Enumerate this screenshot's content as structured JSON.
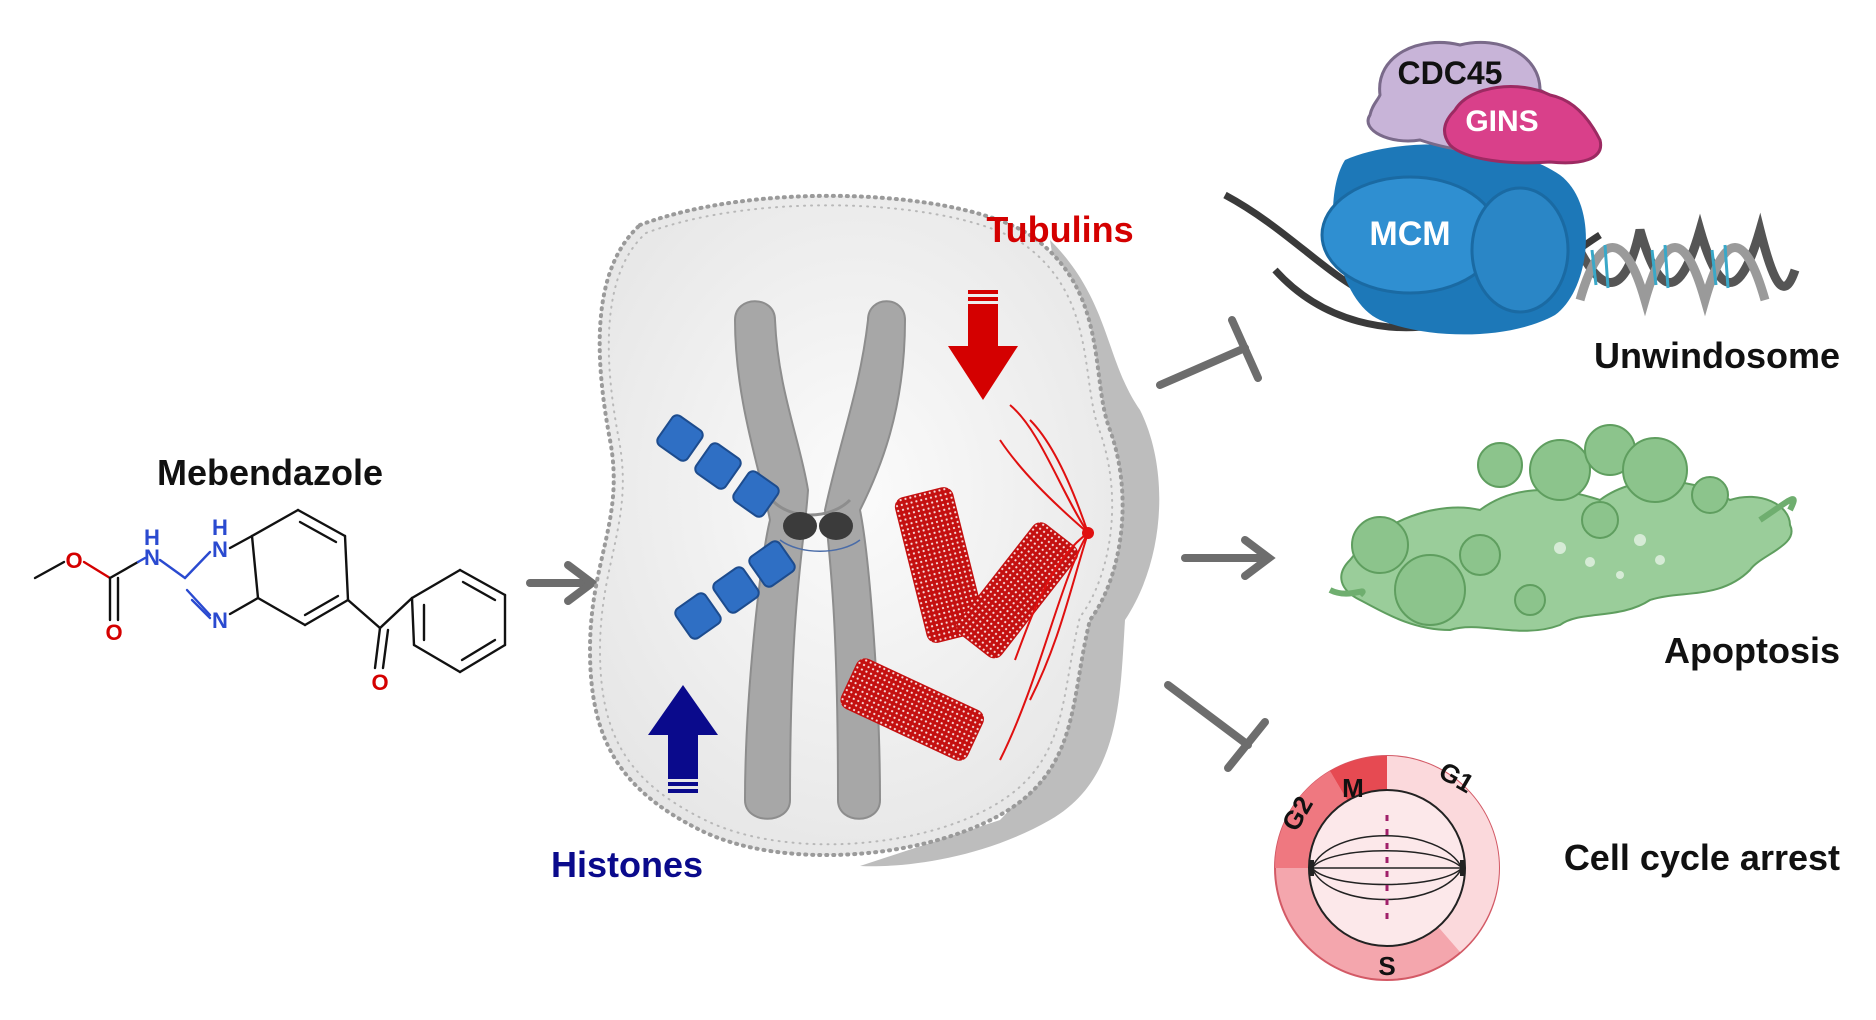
{
  "drug": {
    "name": "Mebendazole",
    "atoms": {
      "o_ether": "O",
      "n_amide": "N",
      "h_amide": "H",
      "o_carbonyl": "O",
      "n_ring_top": "N",
      "h_ring_top": "H",
      "n_ring_bottom": "N",
      "o_ketone": "O"
    }
  },
  "cell": {
    "tubulins_label": "Tubulins",
    "tubulins_change": "down",
    "histones_label": "Histones",
    "histones_change": "up"
  },
  "outcomes": {
    "unwindosome": {
      "label": "Unwindosome",
      "effect": "inhibit",
      "components": {
        "cdc45": "CDC45",
        "gins": "GINS",
        "mcm": "MCM"
      }
    },
    "apoptosis": {
      "label": "Apoptosis",
      "effect": "promote"
    },
    "cell_cycle": {
      "label": "Cell cycle arrest",
      "effect": "inhibit",
      "phases": {
        "m": "M",
        "g1": "G1",
        "s": "S",
        "g2": "G2"
      }
    }
  },
  "colors": {
    "tubulin_red": "#d40000",
    "histone_blue": "#0a0a8c",
    "arrow_gray": "#6d6d6d",
    "mcm_blue": "#2f8fd1",
    "cdc45_purple": "#c8b4d8",
    "gins_pink": "#d9408a",
    "apoptosis_green": "#8cc48c",
    "cell_cycle_red": "#f0808a"
  }
}
